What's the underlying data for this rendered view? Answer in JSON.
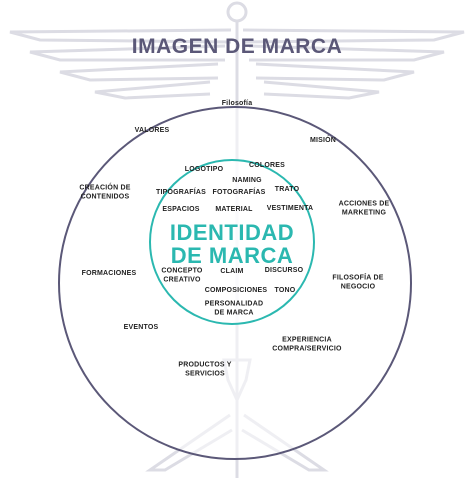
{
  "title": "IMAGEN DE MARCA",
  "center_title": "IDENTIDAD\nDE MARCA",
  "outer_ring": {
    "filosofia": "Filosofía",
    "valores": "VALORES",
    "mision": "MISIÓN",
    "creacion": "CREACIÓN DE\nCONTENIDOS",
    "acciones": "ACCIONES DE\nMARKETING",
    "formaciones": "FORMACIONES",
    "filosofia_negocio": "FILOSOFÍA DE\nNEGOCIO",
    "eventos": "EVENTOS",
    "experiencia": "EXPERIENCIA\nCOMPRA/SERVICIO",
    "productos": "PRODUCTOS Y\nSERVICIOS"
  },
  "inner_ring": {
    "logotipo": "LOGOTIPO",
    "colores": "COLORES",
    "naming": "NAMING",
    "tipografias": "TIPOGRAFÍAS",
    "fotografias": "FOTOGRAFÍAS",
    "trato": "TRATO",
    "espacios": "ESPACIOS",
    "material": "MATERIAL",
    "vestimenta": "VESTIMENTA",
    "concepto": "CONCEPTO\nCREATIVO",
    "claim": "CLAIM",
    "discurso": "DISCURSO",
    "composiciones": "COMPOSICIONES",
    "tono": "TONO",
    "personalidad": "PERSONALIDAD\nDE MARCA"
  },
  "colors": {
    "title": "#5b5878",
    "outer_circle": "#5b5878",
    "inner_circle": "#2bb8b0",
    "watermark": "#d9d9e2"
  },
  "icons": [
    "caduceus-watermark"
  ]
}
